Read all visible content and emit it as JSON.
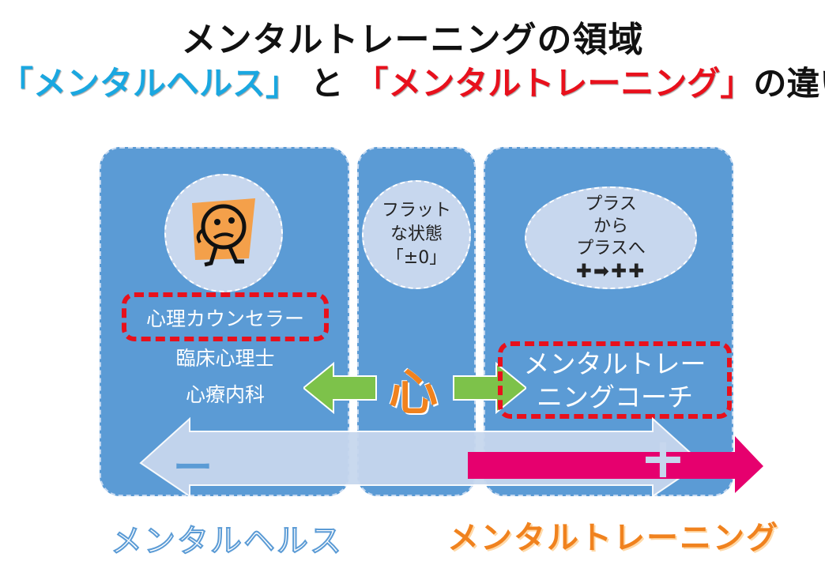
{
  "title": {
    "line1": "メンタルトレーニングの領域",
    "open1": "「",
    "blue": "メンタルヘルス",
    "close1": "」",
    "mid": " と ",
    "open2": "「",
    "red": "メンタルトレーニング",
    "close2": "」",
    "tail": "の違い"
  },
  "left": {
    "label_counselor": "心理カウンセラー",
    "label_clinical": "臨床心理士",
    "label_psych": "心療内科",
    "face_icon": "worried-face-icon"
  },
  "middle": {
    "line1": "フラット",
    "line2": "な状態",
    "line3": "「±0」",
    "heart": "心"
  },
  "right": {
    "line1": "プラス",
    "line2": "から",
    "line3": "プラスへ",
    "symbols": "✚➡✚✚",
    "coach_line1": "メンタルトレー",
    "coach_line2": "ニングコーチ"
  },
  "scale": {
    "minus": "ー",
    "plus": "+"
  },
  "footer": {
    "left": "メンタルヘルス",
    "right": "メンタルトレーニング"
  },
  "colors": {
    "panel": "#5b9bd5",
    "circle": "#c7d7ee",
    "arrow_green": "#7dc24a",
    "arrow_pink": "#e6006e",
    "dash_red": "#e8101c",
    "footer_blue": "#5b9bd5",
    "footer_orange": "#f0821e"
  }
}
